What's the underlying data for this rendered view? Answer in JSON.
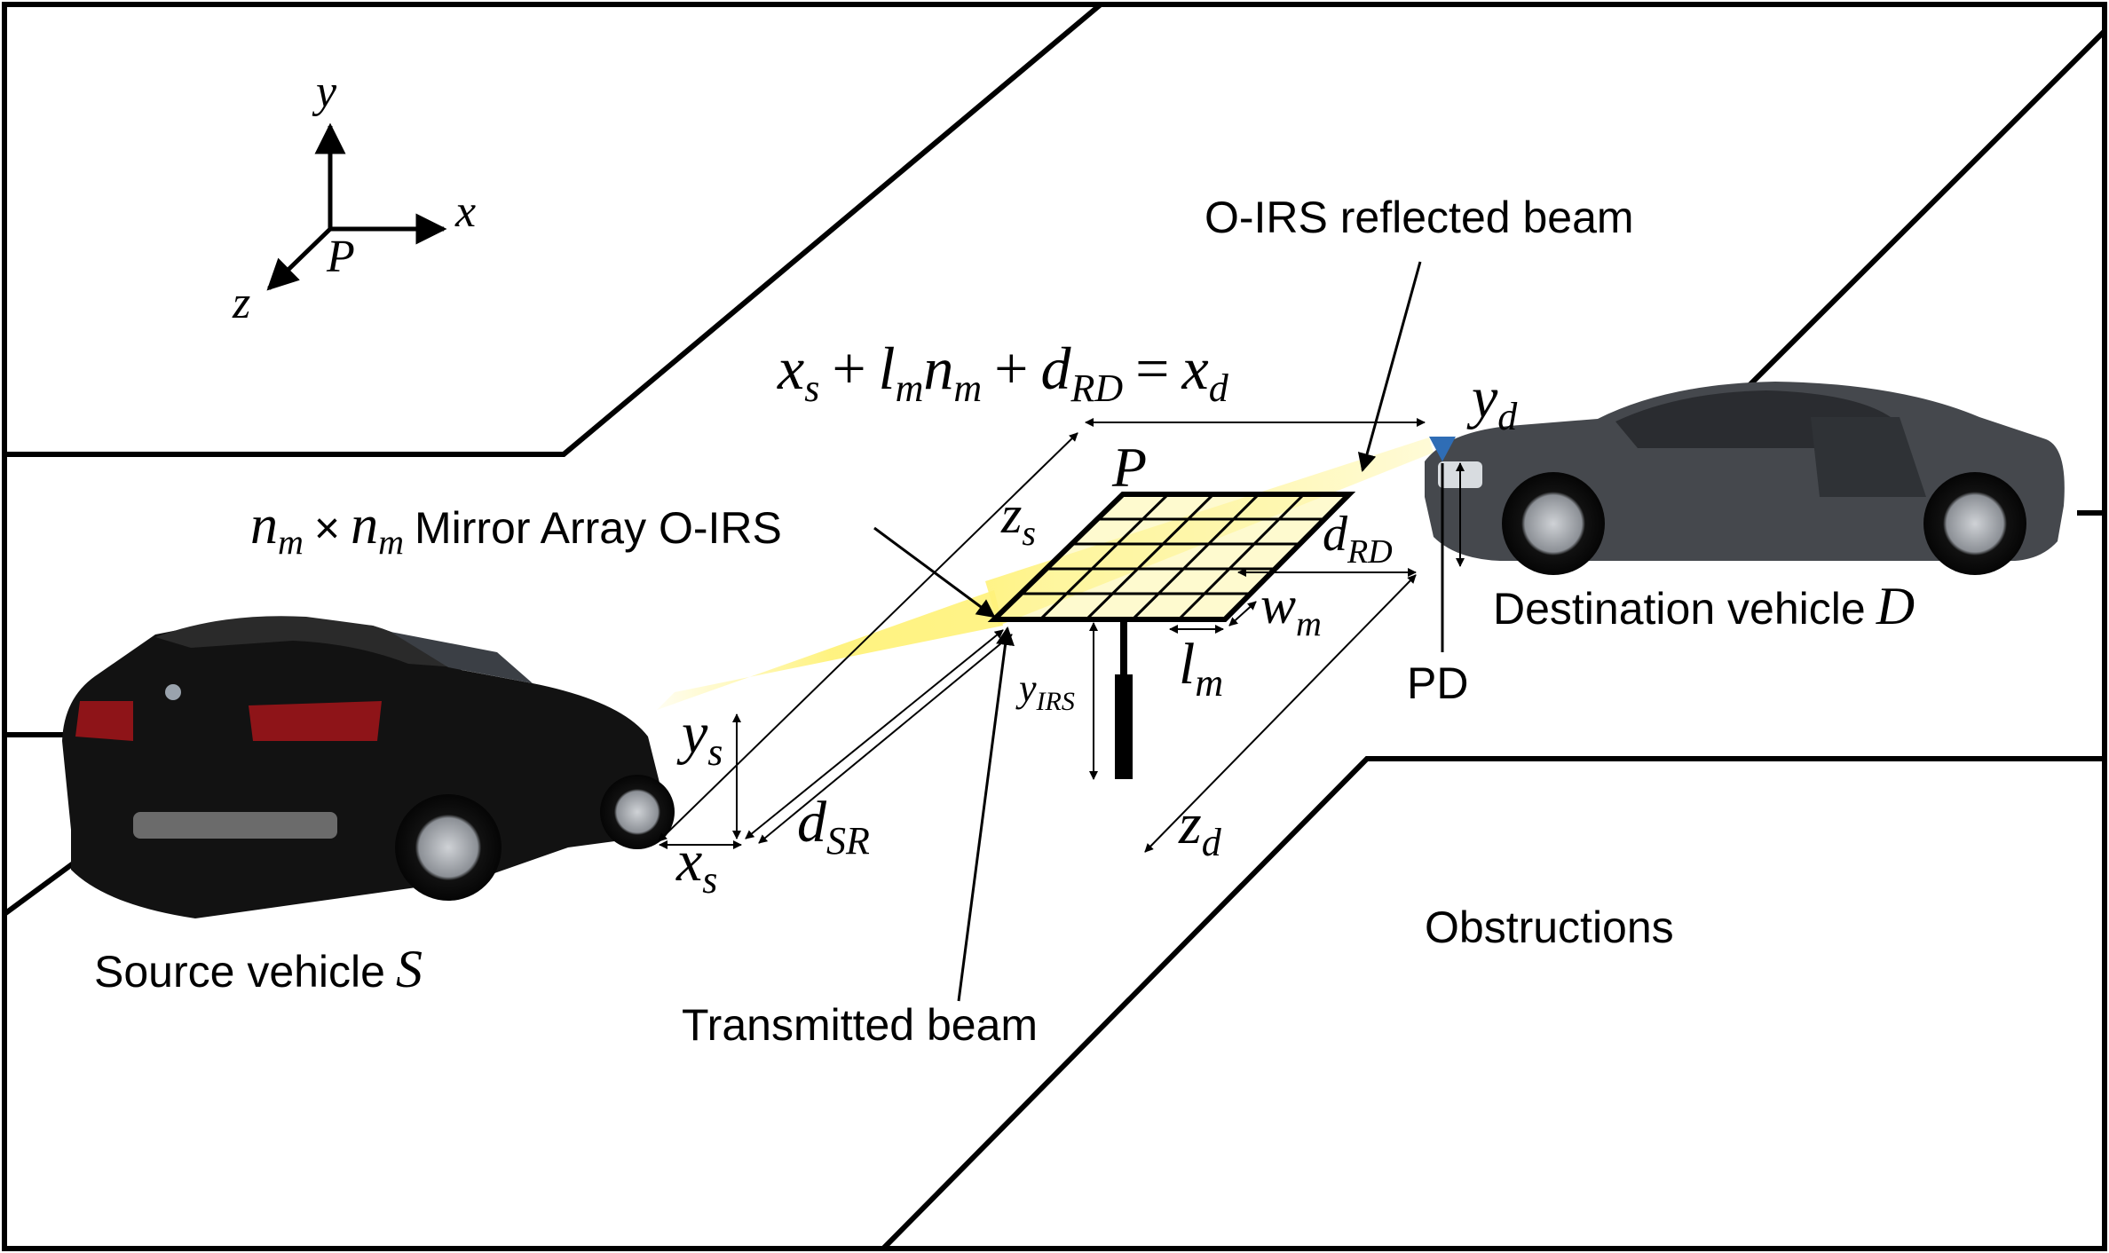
{
  "axes": {
    "x_label": "x",
    "y_label": "y",
    "z_label": "z",
    "origin_label": "P"
  },
  "equation": {
    "x_s": "x",
    "x_s_sub": "s",
    "plus1": "+",
    "l_m": "l",
    "l_m_sub": "m",
    "n_m": "n",
    "n_m_sub": "m",
    "plus2": "+",
    "d_rd": "d",
    "d_rd_sub": "RD",
    "equals": "=",
    "x_d": "x",
    "x_d_sub": "d"
  },
  "labels": {
    "reflected_beam": "O-IRS reflected beam",
    "transmitted_beam": "Transmitted beam",
    "mirror_array_a": "n",
    "mirror_array_a_sub": "m",
    "mirror_array_times": "×",
    "mirror_array_b": "n",
    "mirror_array_b_sub": "m",
    "mirror_array_text": "Mirror Array O-IRS",
    "source_vehicle": "Source vehicle",
    "source_symbol": "S",
    "destination_vehicle": "Destination vehicle",
    "destination_symbol": "D",
    "pd": "PD",
    "obstructions": "Obstructions",
    "irs_point": "P"
  },
  "dimensions": {
    "z_s": "z",
    "z_s_sub": "s",
    "d_rd": "d",
    "d_rd_sub": "RD",
    "w_m": "w",
    "w_m_sub": "m",
    "l_m": "l",
    "l_m_sub": "m",
    "y_irs": "y",
    "y_irs_sub": "IRS",
    "y_s": "y",
    "y_s_sub": "s",
    "x_s": "x",
    "x_s_sub": "s",
    "d_sr": "d",
    "d_sr_sub": "SR",
    "z_d": "z",
    "z_d_sub": "d",
    "y_d": "y",
    "y_d_sub": "d"
  },
  "colors": {
    "beam": "#fff27a",
    "grid_yellow": "#fdf6a8",
    "pd_marker": "#2f6db5",
    "car_source": "#111111",
    "car_destination": "#4a4d52"
  }
}
